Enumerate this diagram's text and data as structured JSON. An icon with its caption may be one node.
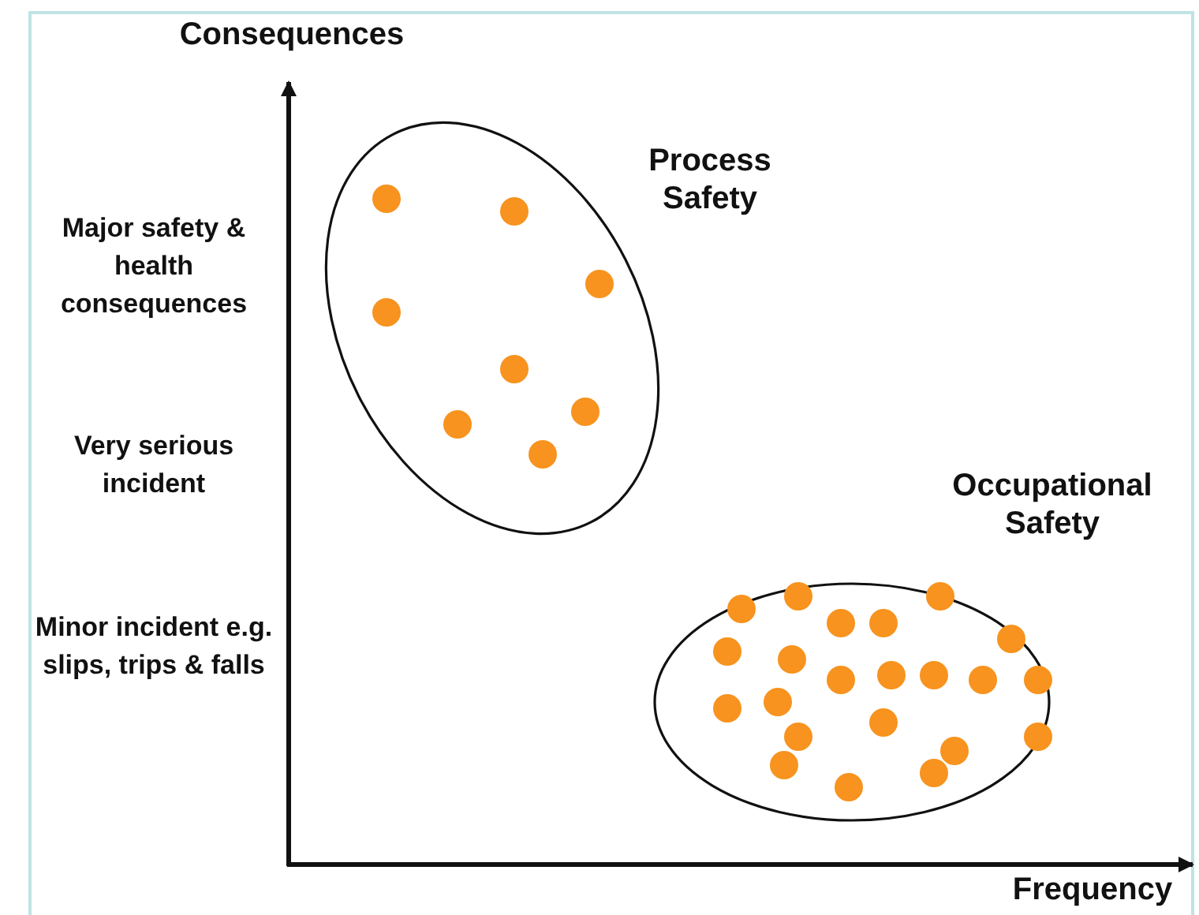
{
  "diagram": {
    "nodes": [
      {
        "text": [
          "Process Safety"
        ]
      },
      {
        "text": [
          "Occupational Safety"
        ]
      }
    ],
    "edges": [],
    "labels": [
      "Consequences",
      "Major safety & health consequences",
      "Very serious incident",
      "Minor incident e.g. slips, trips & falls",
      "Frequency"
    ]
  }
}
